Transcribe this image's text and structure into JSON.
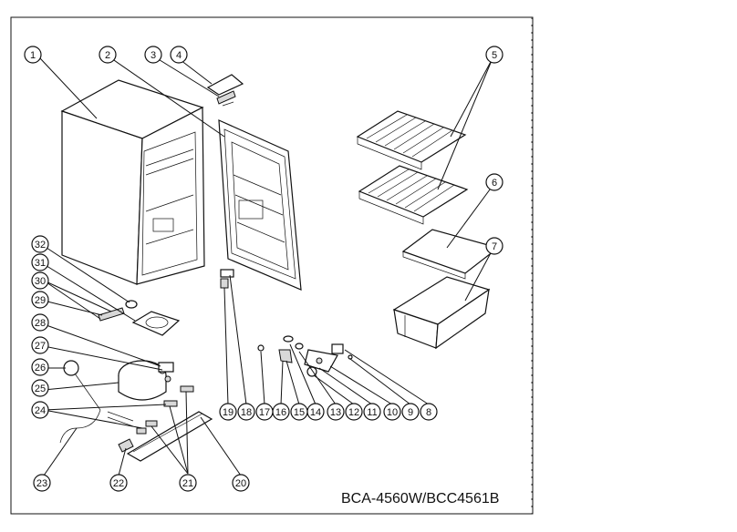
{
  "diagram": {
    "model_label": "BCA-4560W/BCC4561B",
    "callouts": [
      "1",
      "2",
      "3",
      "4",
      "5",
      "6",
      "7",
      "8",
      "9",
      "10",
      "11",
      "12",
      "13",
      "14",
      "15",
      "16",
      "17",
      "18",
      "19",
      "20",
      "21",
      "22",
      "23",
      "24",
      "25",
      "26",
      "27",
      "28",
      "29",
      "30",
      "31",
      "32"
    ]
  }
}
